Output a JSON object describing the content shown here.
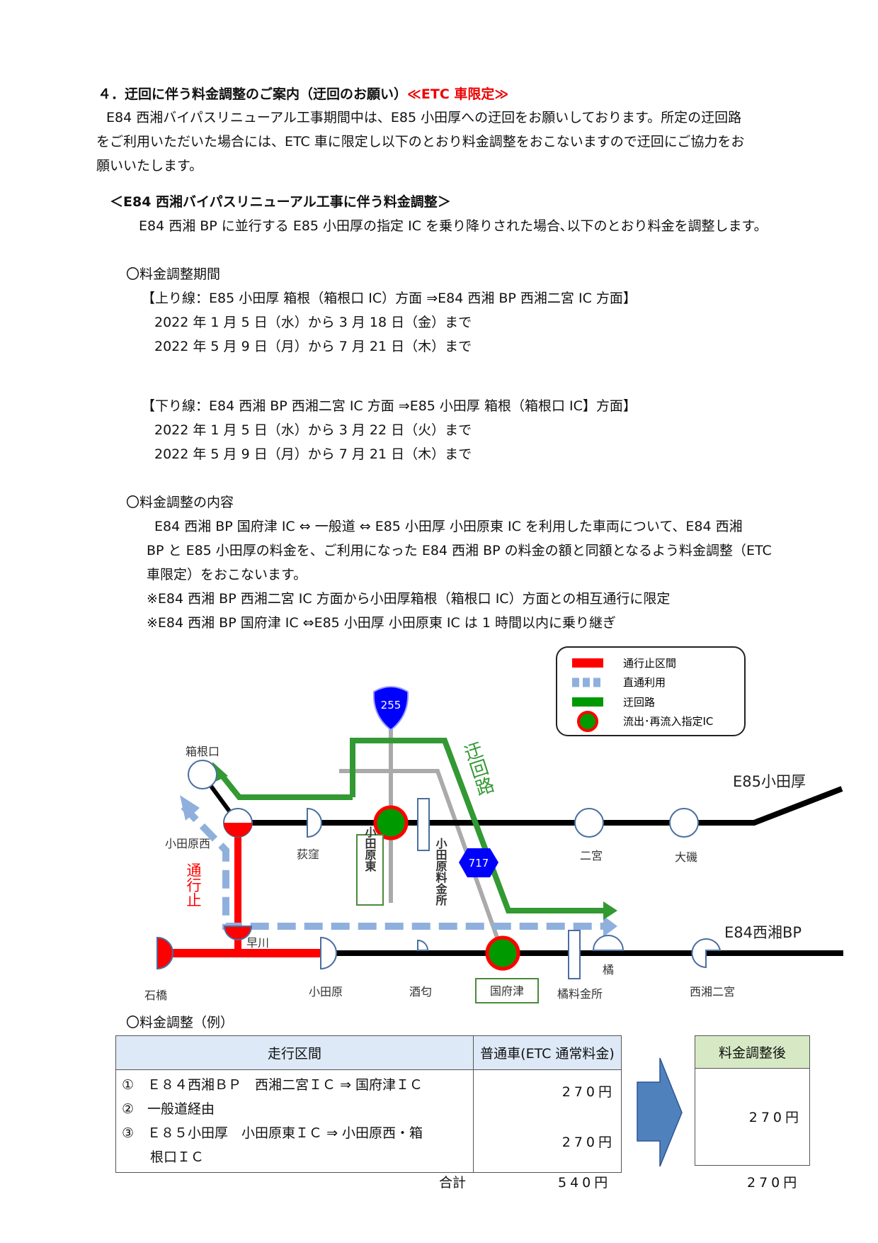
{
  "section": {
    "title": "４．迂回に伴う料金調整のご案内（迂回のお願い）",
    "title_tag": "≪ETC 車限定≫",
    "intro": [
      "E84 西湘バイパスリニューアル工事期間中は、E85 小田厚への迂回をお願いしております。所定の迂回路",
      "をご利用いただいた場合には、ETC 車に限定し以下のとおり料金調整をおこないますので迂回にご協力をお",
      "願いいたします。"
    ],
    "subheading": "＜E84 西湘バイパスリニューアル工事に伴う料金調整＞",
    "sub_intro": "E84 西湘 BP に並行する E85 小田厚の指定 IC を乗り降りされた場合､以下のとおり料金を調整します。"
  },
  "period": {
    "heading": "〇料金調整期間",
    "up": {
      "label": "【上り線：E85 小田厚 箱根（箱根口 IC）方面 ⇒E84 西湘 BP 西湘二宮 IC 方面】",
      "dates": [
        "2022 年 1 月 5 日（水）から 3 月 18 日（金）まで",
        "2022 年 5 月 9 日（月）から 7 月 21 日（木）まで"
      ]
    },
    "down": {
      "label": "【下り線：E84 西湘 BP 西湘二宮 IC 方面 ⇒E85 小田厚 箱根（箱根口 IC】方面】",
      "dates": [
        "2022 年 1 月 5 日（水）から 3 月 22 日（火）まで",
        "2022 年 5 月 9 日（月）から 7 月 21 日（木）まで"
      ]
    }
  },
  "content": {
    "heading": "〇料金調整の内容",
    "lines": [
      "E84 西湘 BP  国府津 IC ⇔ 一般道 ⇔ E85 小田厚 小田原東 IC を利用した車両について、E84 西湘",
      "BP と E85 小田厚の料金を、ご利用になった E84 西湘 BP の料金の額と同額となるよう料金調整（ETC",
      "車限定）をおこないます。"
    ],
    "notes": [
      "※E84 西湘 BP 西湘二宮 IC 方面から小田厚箱根（箱根口 IC）方面との相互通行に限定",
      "※E84 西湘 BP 国府津 IC ⇔E85 小田厚 小田原東 IC は 1 時間以内に乗り継ぎ"
    ]
  },
  "map": {
    "legend": [
      "通行止区間",
      "直通利用",
      "迂回路",
      "流出･再流入指定IC"
    ],
    "colors": {
      "closed": "#ff0000",
      "through": "#8fb0dd",
      "detour": "#339933",
      "ic_fill": "#009900",
      "route_shield": "#0000ff"
    },
    "roads": {
      "e85": "E85小田厚",
      "e84": "E84西湘BP",
      "route255": "255",
      "route717": "717"
    },
    "detour_label": "迂回路",
    "closed_label": "通行止",
    "ics": {
      "hakoneguchi": "箱根口",
      "odawara_nishi": "小田原西",
      "ogikubo": "荻窪",
      "odawara_higashi": "小田原東",
      "odawara_toll": "小田原料金所",
      "ninomiya": "二宮",
      "oiso": "大磯",
      "hayakawa": "早川",
      "ishibashi": "石橋",
      "odawara": "小田原",
      "sakawa": "酒匂",
      "kozu": "国府津",
      "tachibana": "橘",
      "tachibana_toll": "橘料金所",
      "seisho_ninomiya": "西湘二宮"
    }
  },
  "example": {
    "heading": "〇料金調整（例）",
    "columns": [
      "走行区間",
      "普通車(ETC 通常料金)"
    ],
    "rows": [
      "①　Ｅ８４西湘ＢＰ　西湘二宮ＩＣ ⇒ 国府津ＩＣ",
      "②　一般道経由",
      "③　Ｅ８５小田厚　小田原東ＩＣ ⇒ 小田原西・箱",
      "根口ＩＣ"
    ],
    "fees": [
      "270円",
      "270円"
    ],
    "after_header": "料金調整後",
    "after_value": "270円",
    "total_label": "合計",
    "total_normal": "540円",
    "total_after": "270円"
  }
}
